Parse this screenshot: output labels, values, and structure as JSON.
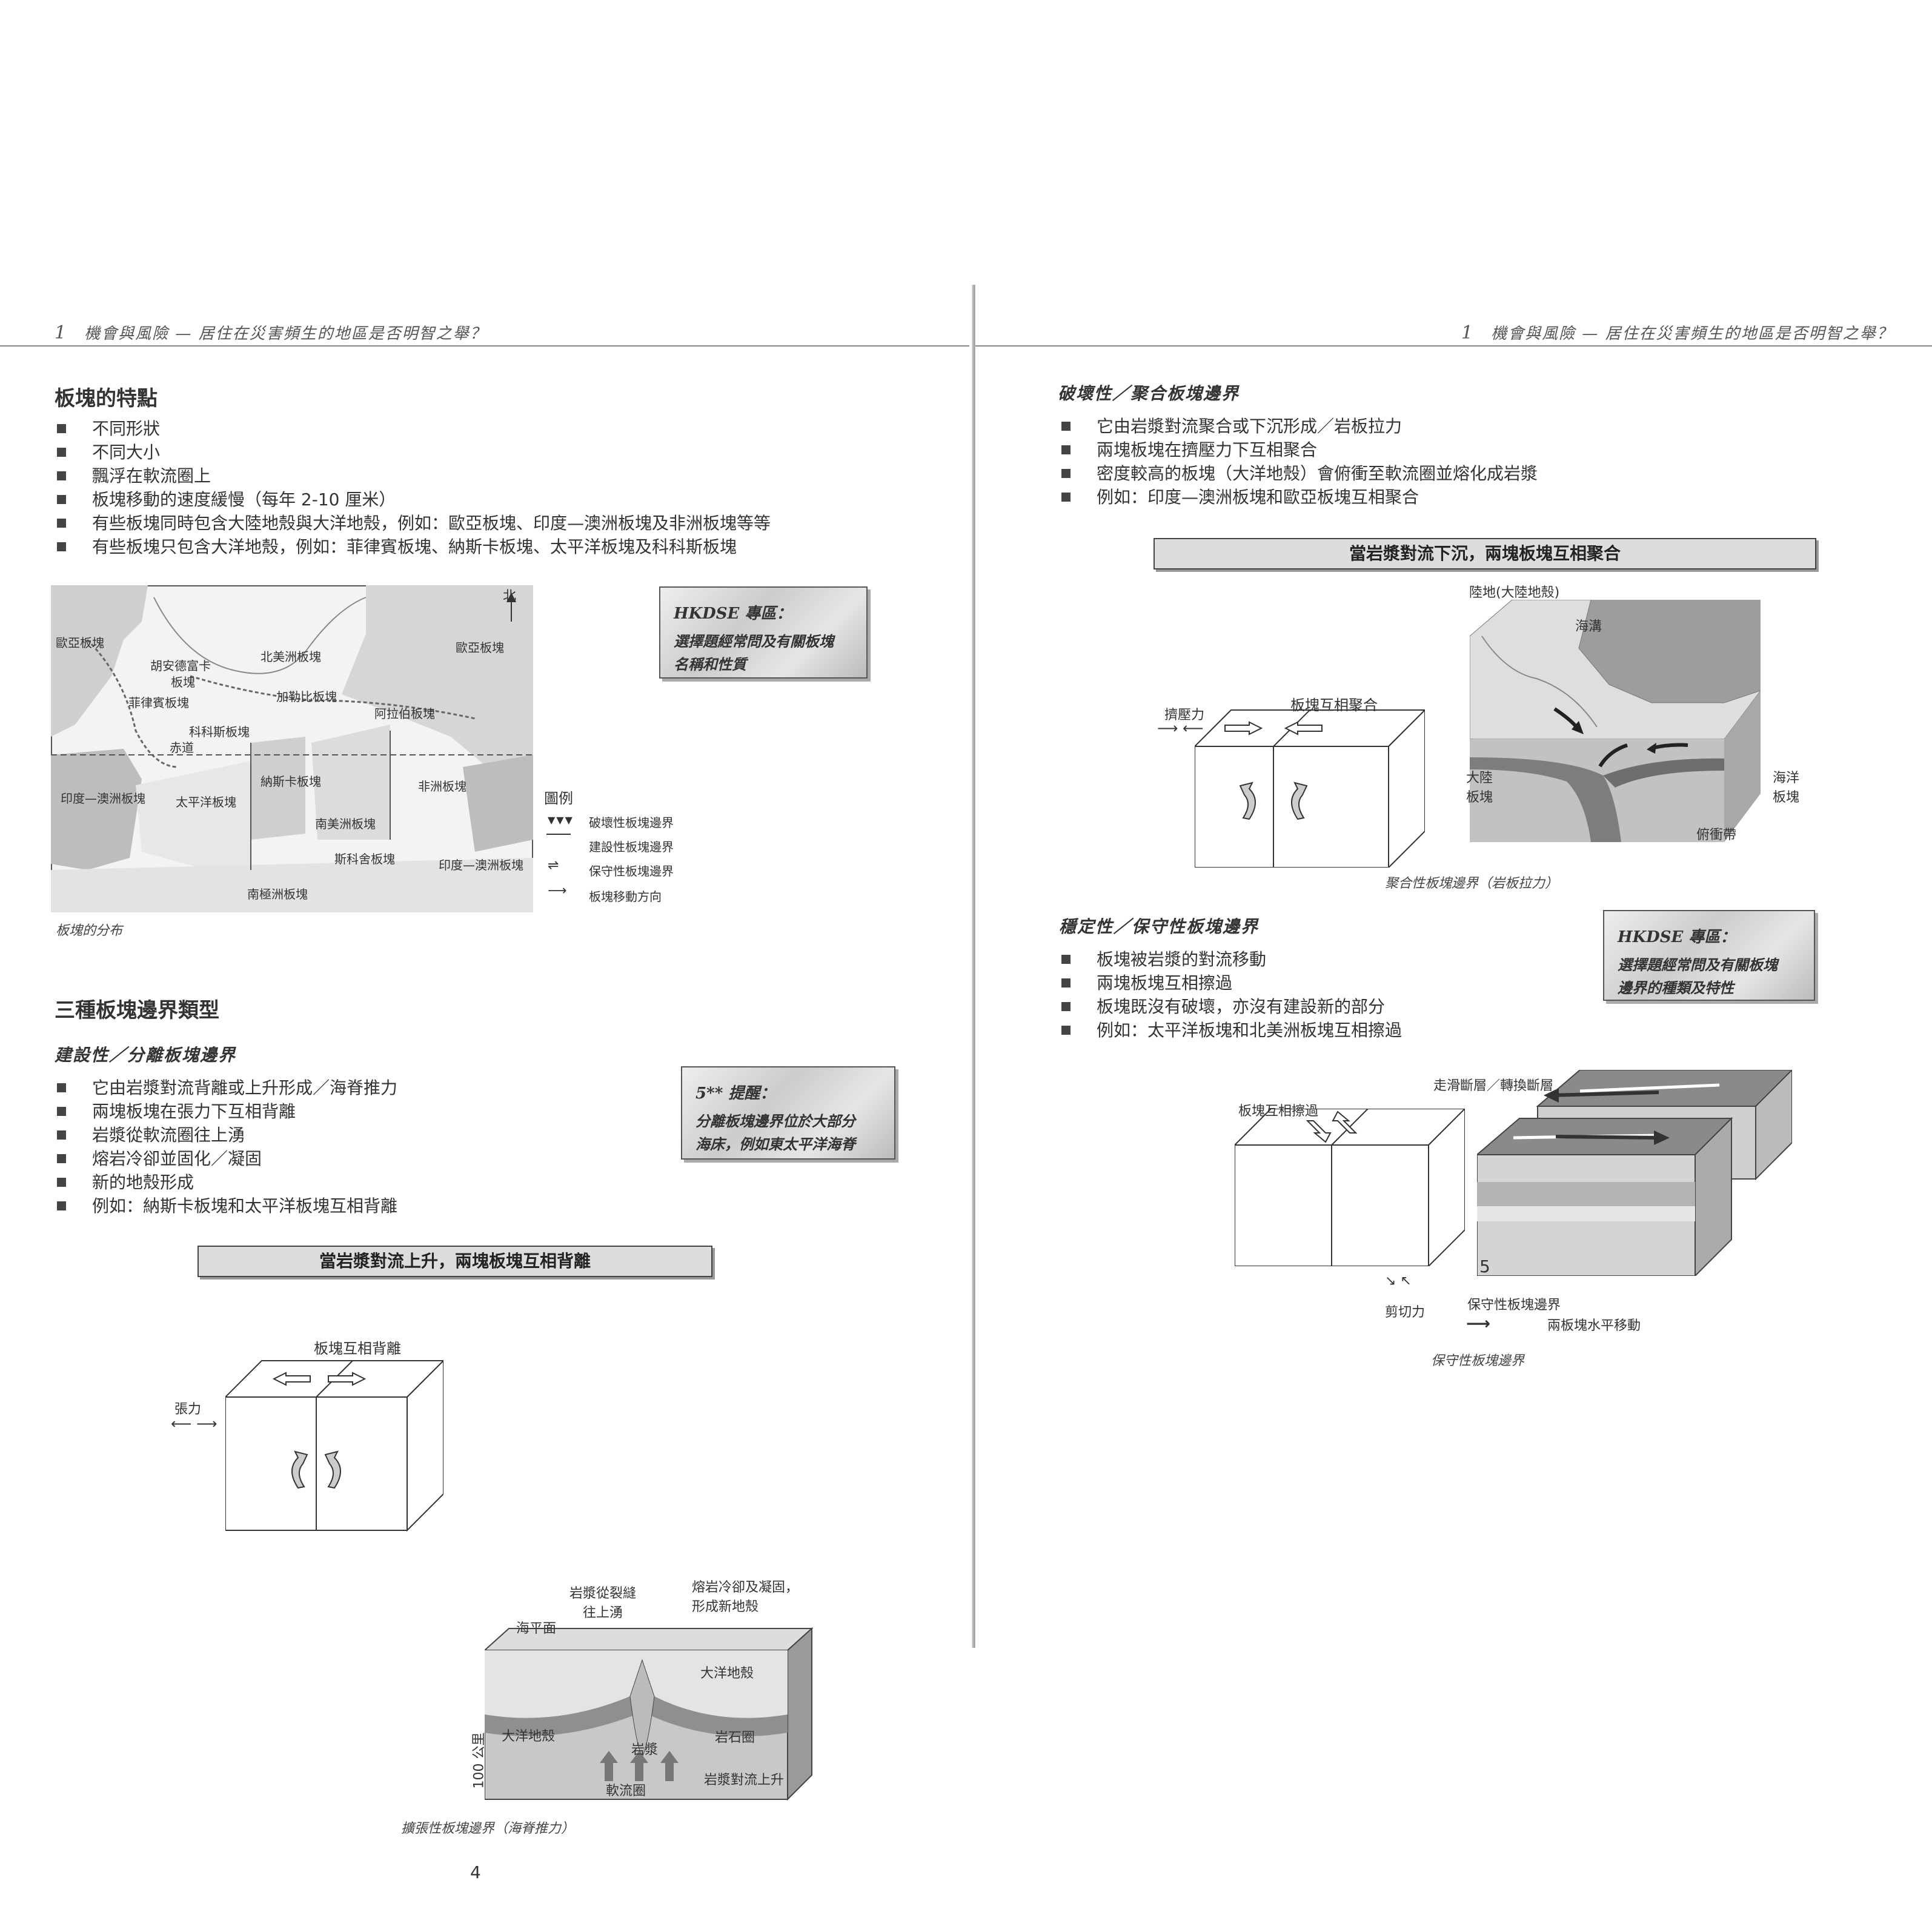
{
  "left": {
    "header": {
      "num": "1",
      "text": "機會與風險 — 居住在災害頻生的地區是否明智之舉？"
    },
    "section1": {
      "title": "板塊的特點",
      "bullets": [
        "不同形狀",
        "不同大小",
        "飄浮在軟流圈上",
        "板塊移動的速度緩慢（每年 2-10 厘米）",
        "有些板塊同時包含大陸地殼與大洋地殼，例如：歐亞板塊、印度—澳洲板塊及非洲板塊等等",
        "有些板塊只包含大洋地殼，例如：菲律賓板塊、納斯卡板塊、太平洋板塊及科科斯板塊"
      ]
    },
    "map": {
      "north": "北",
      "plates": [
        "歐亞板塊",
        "歐亞板塊",
        "北美洲板塊",
        "胡安德富卡",
        "板塊",
        "加勒比板塊",
        "菲律賓板塊",
        "阿拉伯板塊",
        "科科斯板塊",
        "赤道",
        "納斯卡板塊",
        "非洲板塊",
        "印度—澳洲板塊",
        "太平洋板塊",
        "南美洲板塊",
        "斯科舍板塊",
        "印度—澳洲板塊",
        "南極洲板塊"
      ],
      "legend_title": "圖例",
      "legend": [
        "破壞性板塊邊界",
        "建設性板塊邊界",
        "保守性板塊邊界",
        "板塊移動方向"
      ],
      "caption": "板塊的分布"
    },
    "tip1": {
      "title": "HKDSE 專區：",
      "lines": [
        "選擇題經常問及有關板塊",
        "名稱和性質"
      ]
    },
    "section2": {
      "title": "三種板塊邊界類型"
    },
    "constructive": {
      "title": "建設性／分離板塊邊界",
      "bullets": [
        "它由岩漿對流背離或上升形成／海脊推力",
        "兩塊板塊在張力下互相背離",
        "岩漿從軟流圈往上湧",
        "熔岩冷卻並固化／凝固",
        "新的地殼形成",
        "例如：納斯卡板塊和太平洋板塊互相背離"
      ]
    },
    "tip2": {
      "title": "5** 提醒：",
      "lines": [
        "分離板塊邊界位於大部分",
        "海床，例如東太平洋海脊"
      ]
    },
    "banner": "當岩漿對流上升，兩塊板塊互相背離",
    "diagram": {
      "tension": "張力",
      "title": "板塊互相背離",
      "sea": "海平面",
      "magma_rise": [
        "岩漿從裂縫",
        "往上湧"
      ],
      "lava": [
        "熔岩冷卻及凝固，",
        "形成新地殼"
      ],
      "ocean_crust_r": "大洋地殼",
      "ocean_crust_l": "大洋地殼",
      "lithosphere": "岩石圈",
      "magma": "岩漿",
      "depth": "100 公里",
      "asthenosphere": "軟流圈",
      "convection": "岩漿對流上升"
    },
    "caption2": "擴張性板塊邊界（海脊推力）",
    "page_number": "4"
  },
  "right": {
    "header": {
      "num": "1",
      "text": "機會與風險 — 居住在災害頻生的地區是否明智之舉？"
    },
    "destructive": {
      "title": "破壞性／聚合板塊邊界",
      "bullets": [
        "它由岩漿對流聚合或下沉形成／岩板拉力",
        "兩塊板塊在擠壓力下互相聚合",
        "密度較高的板塊（大洋地殼）會俯衝至軟流圈並熔化成岩漿",
        "例如：印度—澳洲板塊和歐亞板塊互相聚合"
      ]
    },
    "banner": "當岩漿對流下沉，兩塊板塊互相聚合",
    "diagram1": {
      "compression": "擠壓力",
      "title": "板塊互相聚合",
      "land": "陸地(大陸地殼)",
      "trench": "海溝",
      "cont_plate": [
        "大陸",
        "板塊"
      ],
      "ocean_plate": [
        "海洋",
        "板塊"
      ],
      "subduction": "俯衝帶"
    },
    "caption1": "聚合性板塊邊界（岩板拉力）",
    "conservative": {
      "title": "穩定性／保守性板塊邊界",
      "bullets": [
        "板塊被岩漿的對流移動",
        "兩塊板塊互相擦過",
        "板塊既沒有破壞，亦沒有建設新的部分",
        "例如：太平洋板塊和北美洲板塊互相擦過"
      ]
    },
    "tip": {
      "title": "HKDSE 專區：",
      "lines": [
        "選擇題經常問及有關板塊",
        "邊界的種類及特性"
      ]
    },
    "diagram2": {
      "fault": "走滑斷層／轉換斷層",
      "title": "板塊互相擦過",
      "shear": "剪切力",
      "boundary": "保守性板塊邊界",
      "motion": "兩板塊水平移動"
    },
    "caption2": "保守性板塊邊界",
    "page_number": "5"
  }
}
